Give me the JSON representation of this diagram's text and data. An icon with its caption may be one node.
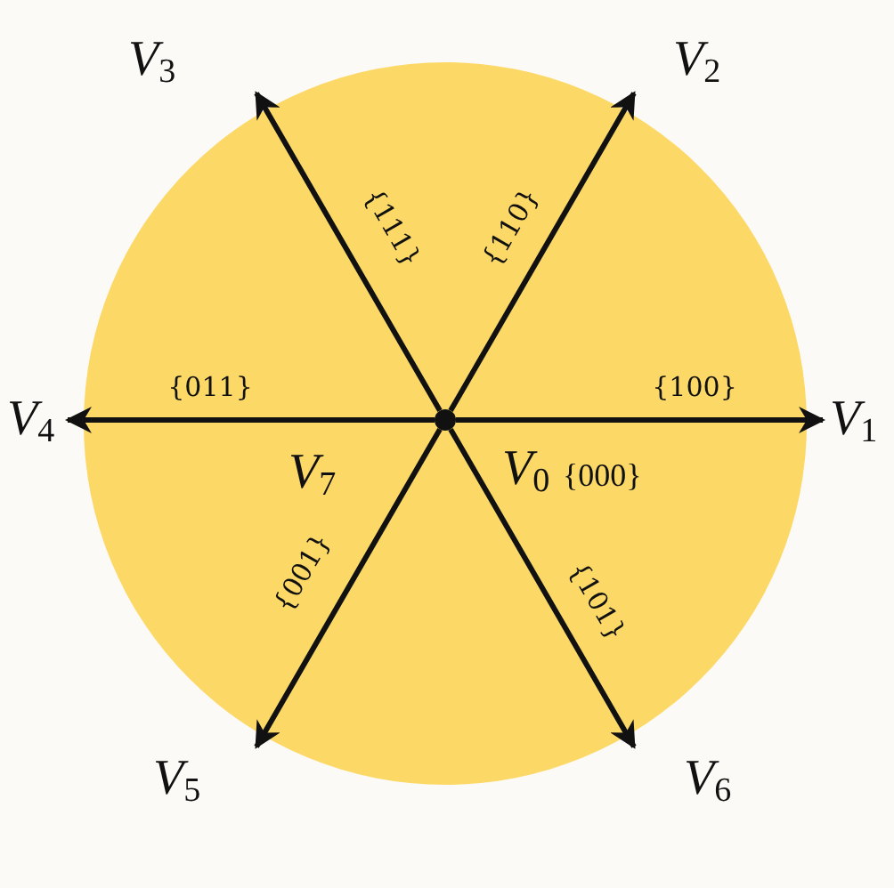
{
  "diagram": {
    "nodes": [
      {
        "text": [
          "*V*$_{3}$"
        ]
      },
      {
        "text": [
          "*V*$_{2}$"
        ]
      },
      {
        "text": [
          "*V*$_{4}$"
        ]
      },
      {
        "text": [],
        "shape": "circle"
      },
      {
        "text": [
          "*V*$_{1}$"
        ]
      },
      {
        "text": [
          "*V*$_{5}$"
        ]
      },
      {
        "text": [
          "*V*$_{6}$"
        ]
      }
    ],
    "edges": [
      {
        "from": 3,
        "to": 4,
        "arrow": "to",
        "label": "{100}"
      },
      {
        "from": 3,
        "to": 1,
        "arrow": "to",
        "label": "{110}"
      },
      {
        "from": 3,
        "to": 0,
        "arrow": "to",
        "label": "{111}"
      },
      {
        "from": 3,
        "to": 2,
        "arrow": "to",
        "label": "{011}"
      },
      {
        "from": 3,
        "to": 5,
        "arrow": "to",
        "label": "{001}"
      },
      {
        "from": 3,
        "to": 6,
        "arrow": "to",
        "label": "{101}"
      }
    ],
    "labels": [
      "*V*$_{7}$",
      "*V*$_{0}$",
      "{000}"
    ]
  }
}
